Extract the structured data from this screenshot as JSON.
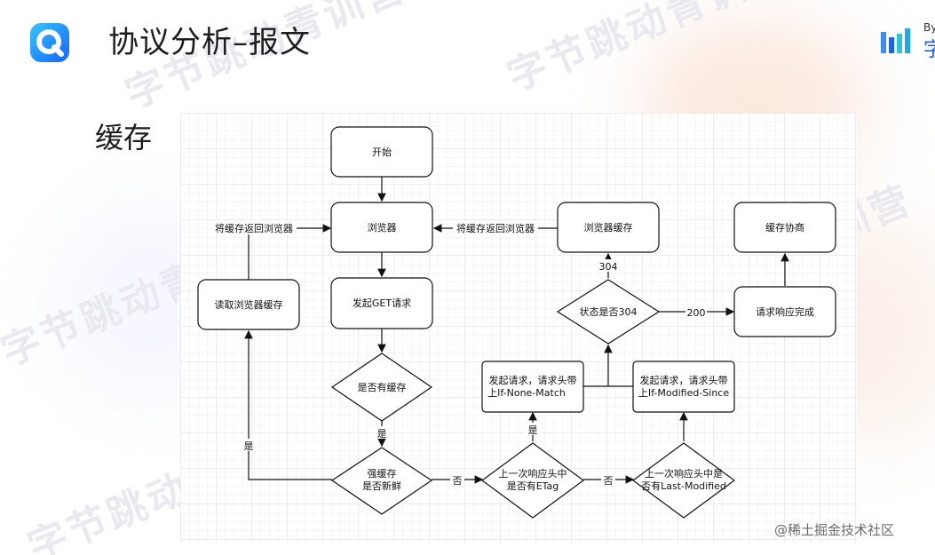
{
  "slide": {
    "title": "协议分析–报文",
    "section": "缓存",
    "brand_small": "By",
    "brand_large": "字",
    "credit": "@稀土掘金技术社区",
    "watermark": "字节跳动青训营",
    "accent_color": "#1664ff"
  },
  "diagram": {
    "nodes": {
      "start": "开始",
      "browser": "浏览器",
      "get_request": "发起GET请求",
      "has_cache": "是否有缓存",
      "strong_cache_1": "强缓存",
      "strong_cache_2": "是否新鲜",
      "etag_q1": "上一次响应头中",
      "etag_q2": "是否有ETag",
      "lastmod_q1": "上一次响应头中是",
      "lastmod_q2": "否有Last-Modified",
      "read_cache": "读取浏览器缓存",
      "send_etag_1": "发起请求，请求头带",
      "send_etag_2": "上If-None-Match",
      "send_mod_1": "发起请求，请求头带",
      "send_mod_2": "上If-Modified-Since",
      "status_q": "状态是否304",
      "browser_cache": "浏览器缓存",
      "response_done": "请求响应完成",
      "negotiate": "缓存协商"
    },
    "edges": {
      "yes": "是",
      "no": "否",
      "code_304": "304",
      "code_200": "200",
      "return_to_browser_left": "将缓存返回浏览器",
      "return_to_browser_right": "将缓存返回浏览器"
    }
  }
}
